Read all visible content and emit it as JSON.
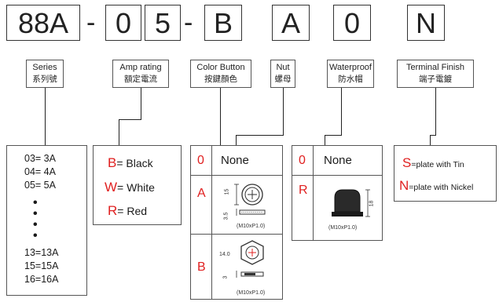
{
  "code": [
    "88A",
    "0",
    "5",
    "B",
    "A",
    "0",
    "N"
  ],
  "dashes": [
    "-",
    "-"
  ],
  "headers": {
    "series": {
      "en": "Series",
      "cn": "系列號"
    },
    "amp": {
      "en": "Amp rating",
      "cn": "額定電流"
    },
    "color": {
      "en": "Color Button",
      "cn": "按鍵顏色"
    },
    "nut": {
      "en": "Nut",
      "cn": "螺母"
    },
    "waterproof": {
      "en": "Waterproof",
      "cn": "防水帽"
    },
    "terminal": {
      "en": "Terminal Finish",
      "cn": "端子電鍍"
    }
  },
  "series_list": {
    "top": [
      "03= 3A",
      "04= 4A",
      "05= 5A"
    ],
    "bottom": [
      "13=13A",
      "15=15A",
      "16=16A"
    ]
  },
  "amp_colors": [
    {
      "code": "B",
      "label": "= Black"
    },
    {
      "code": "W",
      "label": "= White"
    },
    {
      "code": "R",
      "label": "= Red"
    }
  ],
  "nut": {
    "rows": [
      {
        "code": "0",
        "label": "None"
      },
      {
        "code": "A"
      },
      {
        "code": "B"
      }
    ],
    "dim_a1": "15",
    "dim_a2": "3.5",
    "caption_a": "(M10xP1.0)",
    "dim_b1": "14.0",
    "dim_b2": "3",
    "caption_b": "(M10xP1.0)"
  },
  "waterproof": {
    "rows": [
      {
        "code": "0",
        "label": "None"
      },
      {
        "code": "R"
      }
    ],
    "dim": "18",
    "caption": "(M10xP1.0)"
  },
  "terminal": [
    {
      "code": "S",
      "label": "=plate with Tin"
    },
    {
      "code": "N",
      "label": "=plate with Nickel"
    }
  ],
  "colors": {
    "accent": "#e02020",
    "line": "#222222"
  }
}
